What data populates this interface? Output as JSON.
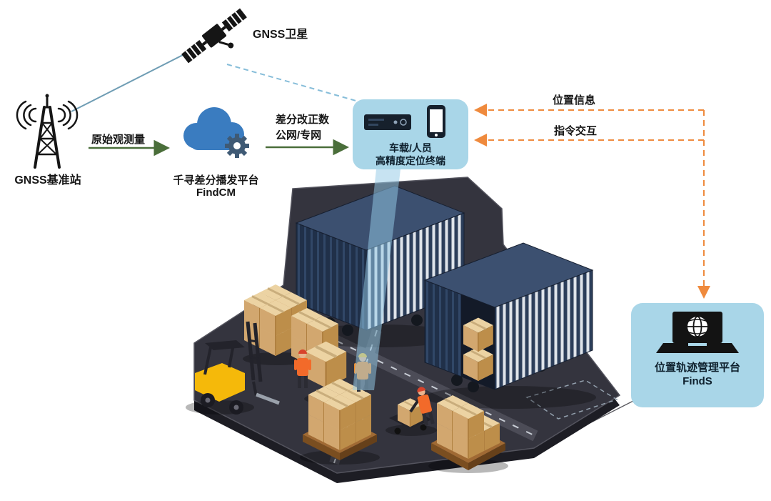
{
  "diagram": {
    "satellite": {
      "label": "GNSS卫星"
    },
    "base_station": {
      "label": "GNSS基准站"
    },
    "cloud_platform": {
      "name": "千寻差分播发平台",
      "product": "FindCM"
    },
    "link_raw": {
      "label": "原始观测量"
    },
    "link_corrections": {
      "line1": "差分改正数",
      "line2": "公网/专网"
    },
    "terminal": {
      "line1": "车载/人员",
      "line2": "高精度定位终端"
    },
    "link_position": {
      "label": "位置信息"
    },
    "link_command": {
      "label": "指令交互"
    },
    "management_platform": {
      "name": "位置轨迹管理平台",
      "product": "FindS"
    }
  },
  "icons": {
    "satellite": "satellite-icon",
    "base_station": "radio-tower-icon",
    "cloud": "cloud-icon",
    "gear": "gear-icon",
    "terminal_device": "vehicle-terminal-icon",
    "phone": "smartphone-icon",
    "management": "laptop-globe-icon"
  },
  "colors": {
    "panel_blue": "#a9d6e8",
    "arrow_green": "#4a6e3a",
    "arrow_orange": "#ef8a3d",
    "satellite_link_blue": "#86bdd9",
    "base_link_teal": "#6f9db4",
    "cloud_blue": "#3a7cc0",
    "beam_blue": "#93cae6",
    "container_navy": "#2c3e5a",
    "ground_dark": "#34343e",
    "cardboard_tan": "#d2a76f",
    "forklift_yellow": "#f5b90a"
  }
}
